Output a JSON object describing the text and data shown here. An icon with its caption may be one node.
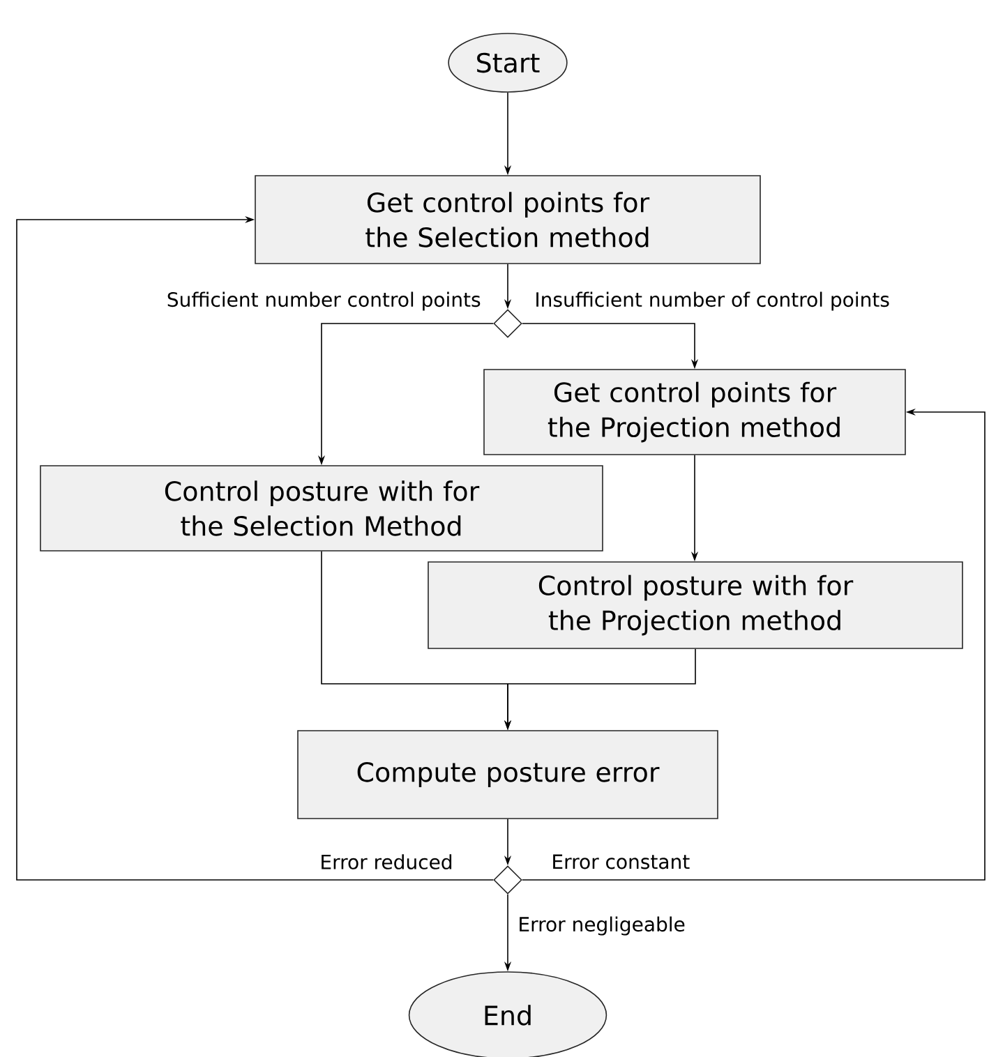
{
  "diagram": {
    "nodes": [
      {
        "text": [
          "Start"
        ]
      },
      {
        "text": [
          "Get control points for the Selection method"
        ]
      },
      {
        "text": [],
        "shape": "diamond"
      },
      {
        "text": [
          "Get control points for the Projection method"
        ]
      },
      {
        "text": [
          "Control posture with for the Selection Method"
        ]
      },
      {
        "text": [
          "Control posture with for the Projection method"
        ]
      },
      {
        "text": [
          "Compute posture error"
        ]
      },
      {
        "text": [],
        "shape": "diamond"
      },
      {
        "text": [
          "End"
        ]
      }
    ],
    "edges": [
      {
        "from": 0,
        "to": 1,
        "arrow": "to"
      },
      {
        "from": 1,
        "to": 2,
        "arrow": "to"
      },
      {
        "from": 2,
        "to": 4,
        "arrow": "to",
        "label": "Sufficient number control points"
      },
      {
        "from": 2,
        "to": 3,
        "arrow": "to",
        "label": "Insufficient number of control points"
      },
      {
        "from": 3,
        "to": 5,
        "arrow": "to"
      },
      {
        "from": 4,
        "to": 6,
        "arrow": "to"
      },
      {
        "from": 5,
        "to": 6,
        "arrow": "to"
      },
      {
        "from": 6,
        "to": 7,
        "arrow": "to"
      },
      {
        "from": 7,
        "to": 1,
        "arrow": "to",
        "label": "Error reduced"
      },
      {
        "from": 7,
        "to": 3,
        "arrow": "to",
        "label": "Error constant"
      },
      {
        "from": 7,
        "to": 8,
        "arrow": "to",
        "label": "Error negligeable"
      }
    ]
  }
}
